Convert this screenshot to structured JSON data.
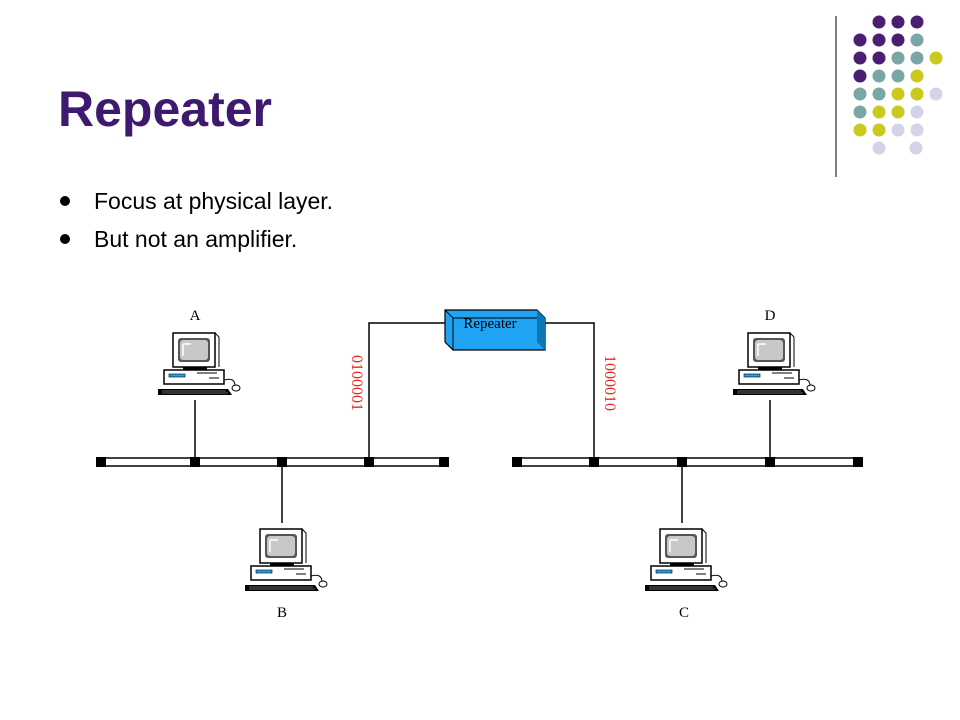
{
  "slide": {
    "title": "Repeater",
    "bullets": [
      "Focus at physical layer.",
      "But not an amplifier."
    ]
  },
  "diagram": {
    "repeater_label": "Repeater",
    "stations": {
      "a": "A",
      "b": "B",
      "c": "C",
      "d": "D"
    },
    "signal_left": "0100001",
    "signal_right": "1000010"
  },
  "colors": {
    "title": "#3e1a6e",
    "repeater_fill": "#1fa3f2",
    "signal_text": "#e8251f",
    "dot_purple": "#4a1f72",
    "dot_teal": "#79a7a5",
    "dot_olive": "#c9c91e",
    "dot_lavender": "#d4d4e8"
  }
}
